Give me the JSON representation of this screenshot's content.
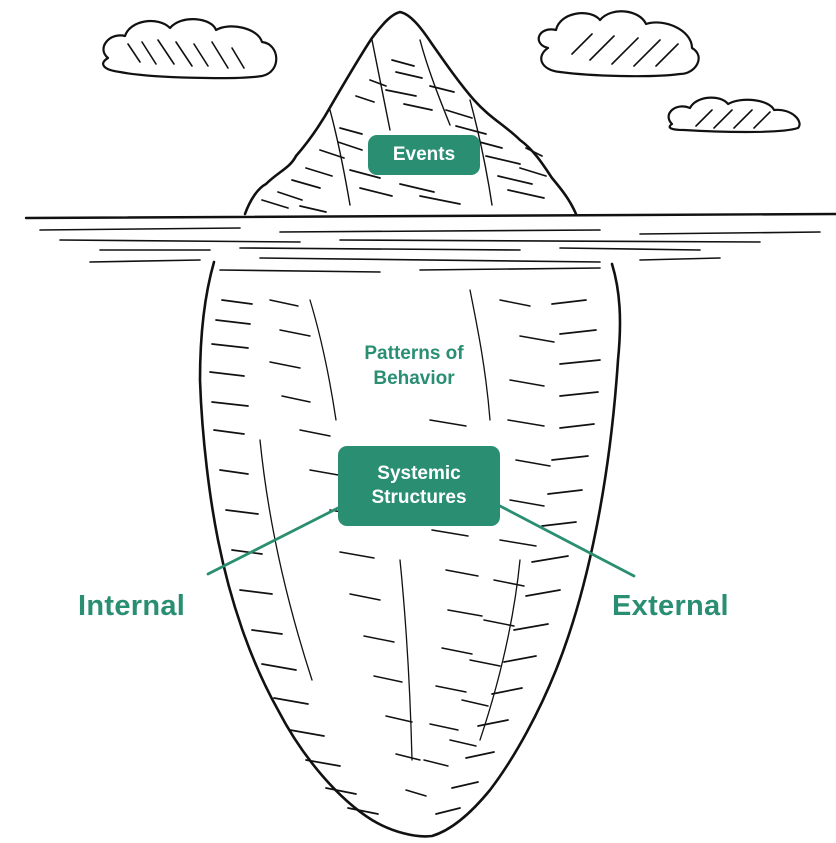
{
  "colors": {
    "accent": "#2a8f72",
    "ink": "#111111",
    "background": "#ffffff"
  },
  "icons": [
    "cloud-icon",
    "iceberg-icon",
    "water-line-icon",
    "connector-line-icon"
  ],
  "labels": {
    "events": "Events",
    "patterns": [
      "Patterns of",
      "Behavior"
    ],
    "structures": [
      "Systemic",
      "Structures"
    ],
    "internal": "Internal",
    "external": "External"
  }
}
